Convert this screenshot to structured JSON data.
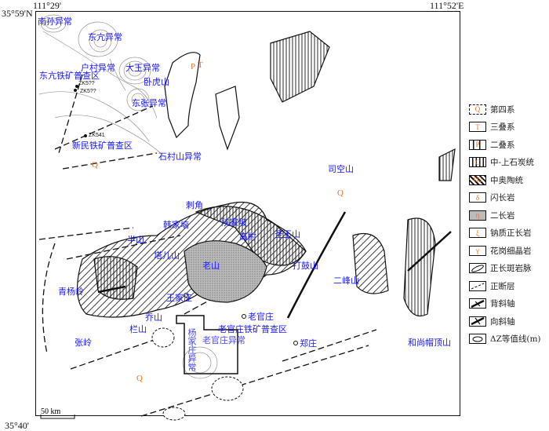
{
  "coords": {
    "top_left_lon": "111°29'",
    "top_right_lon": "111°52'E",
    "top_lat": "35°59'N",
    "bottom_lat": "35°40'"
  },
  "labels": {
    "nansun": "南孙异常",
    "dongkang": "东亢异常",
    "hucun": "户村异常",
    "dawang": "大王异常",
    "dongkang_area": "东亢铁矿普查区",
    "wohu": "卧虎山",
    "dongzhang": "东张异常",
    "xinmin_area": "新民铁矿普查区",
    "shicunshan": "石村山异常",
    "sikong": "司空山",
    "cijiao": "刺角",
    "hanjianao": "韩家垴",
    "shanjiapo": "陕家坡",
    "gaocun": "高村",
    "shengwang": "圣王山",
    "banshan": "半山",
    "taer": "塔儿山",
    "laoshan": "老山",
    "dagu": "打鼓山",
    "erfeng": "二峰山",
    "qingyang": "青杨岭",
    "wangjiazhuang": "王家庄",
    "qiaoshan": "乔山",
    "lanshan": "栏山",
    "laoguanzhuang": "老官庄",
    "laoguan_area": "老官庄铁矿普查区",
    "laoguan_anom": "老官庄异常",
    "yangjia_anom": "杨家庄异常",
    "zhengzhuang": "郑庄",
    "zhangling": "张岭",
    "heshang": "和尚帽顶山"
  },
  "drill_holes": [
    "ZK5??",
    "ZK5??",
    "ZK541"
  ],
  "scale": "50 km",
  "legend": [
    {
      "sym": "Q",
      "label": "第四系"
    },
    {
      "sym": "T",
      "label": "三叠系"
    },
    {
      "sym": "P",
      "label": "二叠系"
    },
    {
      "sym": "C",
      "label": "中-上石炭统"
    },
    {
      "sym": "O2",
      "label": "中奥陶统"
    },
    {
      "sym": "δ",
      "label": "闪长岩"
    },
    {
      "sym": "η",
      "label": "二长岩"
    },
    {
      "sym": "ξ",
      "label": "钠质正长岩"
    },
    {
      "sym": "γ",
      "label": "花岗细晶岩"
    },
    {
      "sym": "",
      "label": "正长斑岩脉"
    },
    {
      "sym": "",
      "label": "正断层"
    },
    {
      "sym": "",
      "label": "背斜轴"
    },
    {
      "sym": "",
      "label": "向斜轴"
    },
    {
      "sym": "",
      "label": "ΔZ等值线(m)"
    }
  ],
  "colors": {
    "label": "#1a1aff",
    "symbol": "#f07020"
  }
}
